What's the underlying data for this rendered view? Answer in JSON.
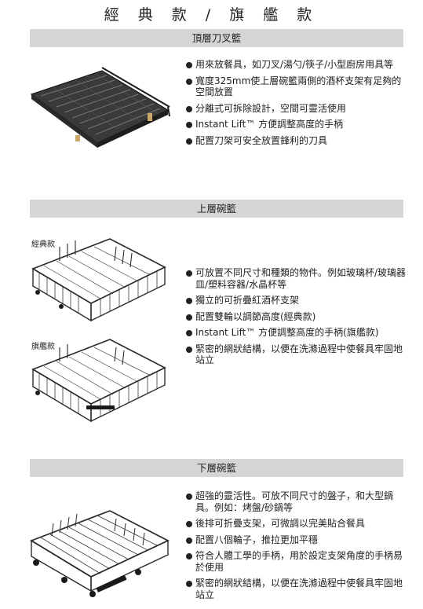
{
  "page": {
    "title": "經 典 款 / 旗 艦 款"
  },
  "sections": [
    {
      "heading": "頂層刀叉籃",
      "illustration_icon": "cutlery-tray-icon",
      "bullets": [
        "用來放餐具，如刀叉/湯勺/筷子/小型廚房用具等",
        "寬度325mm使上層碗籃兩側的酒杯支架有足夠的空間放置",
        "分離式可拆除設計，空間可靈活使用",
        "Instant Lift™ 方便調整高度的手柄",
        "配置刀架可安全放置鋒利的刀具"
      ]
    },
    {
      "heading": "上層碗籃",
      "illustration_icon": "upper-basket-icon",
      "variant_labels": [
        "經典款",
        "旗艦款"
      ],
      "bullets": [
        "可放置不同尺寸和種類的物件。例如玻璃杯/玻璃器皿/塑料容器/水晶杯等",
        "獨立的可折疊紅酒杯支架",
        "配置雙輪以調節高度(經典款)",
        "Instant Lift™ 方便調整高度的手柄(旗艦款)",
        "緊密的網狀結構，以便在洗滌過程中使餐具牢固地站立"
      ]
    },
    {
      "heading": "下層碗籃",
      "illustration_icon": "lower-basket-icon",
      "bullets": [
        "超強的靈活性。可放不同尺寸的盤子，和大型鍋具。例如：烤盤/砂鍋等",
        "後排可折疊支架，可微調以完美貼合餐具",
        "配置八個輪子，推拉更加平穩",
        "符合人體工學的手柄，用於設定支架角度的手柄易於使用",
        "緊密的網狀結構，以便在洗滌過程中使餐具牢固地站立"
      ]
    }
  ],
  "colors": {
    "band": "#d5d5d5",
    "text": "#222222",
    "wire": "#2a2a2a"
  }
}
